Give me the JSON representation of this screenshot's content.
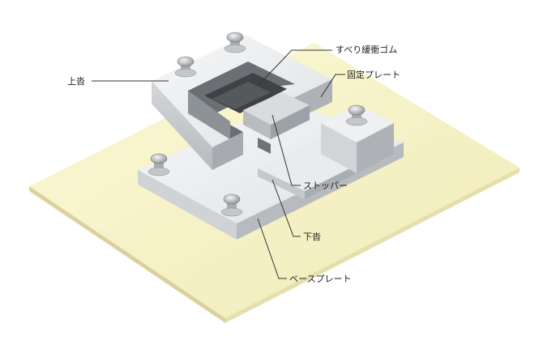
{
  "labels": {
    "upper_shoe": "上沓",
    "rubber": "すべり緩衝ゴム",
    "fixing_plate": "固定プレート",
    "stopper": "ストッパー",
    "lower_shoe": "下沓",
    "base_plate": "ベースプレート"
  },
  "colors": {
    "base_plate": "#f7f3c6",
    "metal_light": "#eceeef",
    "metal_mid": "#c9cdd0",
    "metal_dark": "#9ea3a7",
    "rubber": "#4a4d50",
    "leader": "#333333"
  }
}
